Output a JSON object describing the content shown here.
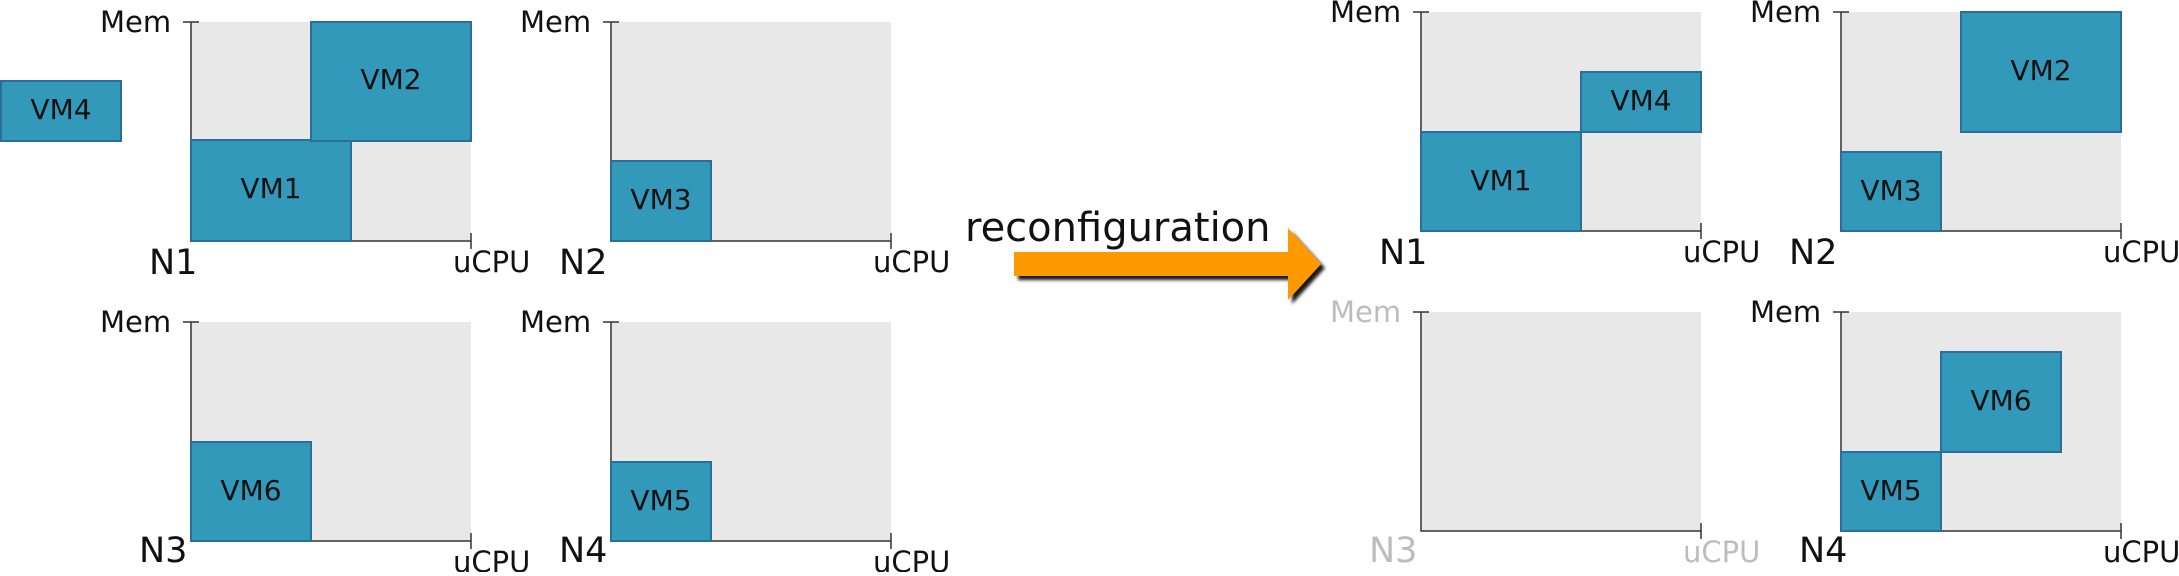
{
  "figure": {
    "reconfiguration_label": "reconfiguration",
    "axis_labels": {
      "y": "Mem",
      "x": "uCPU"
    },
    "floating_vm": "VM4",
    "before": {
      "N1": {
        "node": "N1",
        "vms": [
          "VM1",
          "VM2"
        ]
      },
      "N2": {
        "node": "N2",
        "vms": [
          "VM3"
        ]
      },
      "N3": {
        "node": "N3",
        "vms": [
          "VM6"
        ]
      },
      "N4": {
        "node": "N4",
        "vms": [
          "VM5"
        ]
      }
    },
    "after": {
      "N1": {
        "node": "N1",
        "vms": [
          "VM1",
          "VM4"
        ]
      },
      "N2": {
        "node": "N2",
        "vms": [
          "VM3",
          "VM2"
        ]
      },
      "N3": {
        "node": "N3",
        "vms": []
      },
      "N4": {
        "node": "N4",
        "vms": [
          "VM5",
          "VM6"
        ]
      }
    },
    "colors": {
      "vm_fill": "#3399bb",
      "vm_border": "#2a6f9a",
      "panel_bg": "#e8e8e8",
      "arrow": "#ff9900",
      "muted_text": "#bdbdbd"
    }
  }
}
